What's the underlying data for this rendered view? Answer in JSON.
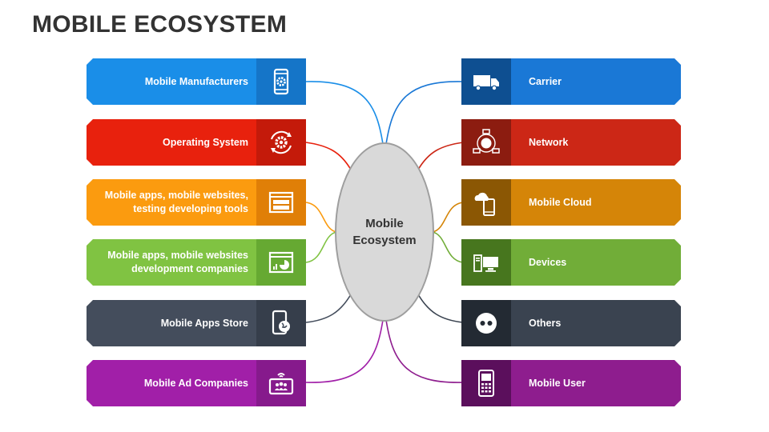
{
  "title": "MOBILE ECOSYSTEM",
  "center": {
    "line1": "Mobile",
    "line2": "Ecosystem"
  },
  "left_items": [
    {
      "label": "Mobile Manufacturers",
      "icon": "smartphone-gear-icon",
      "color": "#1a8ee8",
      "dark": "#1575c8"
    },
    {
      "label": "Operating System",
      "icon": "gear-cycle-icon",
      "color": "#e8210d",
      "dark": "#c41a0a"
    },
    {
      "label": "Mobile apps, mobile websites, testing developing tools",
      "icon": "browser-window-icon",
      "color": "#fb9b0f",
      "dark": "#e07f07"
    },
    {
      "label": "Mobile apps, mobile websites development companies",
      "icon": "analytics-window-icon",
      "color": "#80c342",
      "dark": "#66a932"
    },
    {
      "label": "Mobile Apps Store",
      "icon": "phone-globe-icon",
      "color": "#444d5c",
      "dark": "#363e4b"
    },
    {
      "label": "Mobile Ad Companies",
      "icon": "tablet-audience-icon",
      "color": "#a11fa8",
      "dark": "#861a8c"
    }
  ],
  "right_items": [
    {
      "label": "Carrier",
      "icon": "truck-icon",
      "color": "#1a78d6",
      "dark": "#0e4f91"
    },
    {
      "label": "Network",
      "icon": "network-globe-icon",
      "color": "#cc2716",
      "dark": "#8c1c10"
    },
    {
      "label": "Mobile Cloud",
      "icon": "cloud-phone-icon",
      "color": "#d58508",
      "dark": "#8b5704"
    },
    {
      "label": "Devices",
      "icon": "computer-devices-icon",
      "color": "#71ad38",
      "dark": "#47761e"
    },
    {
      "label": "Others",
      "icon": "dots-icon",
      "color": "#3a4350",
      "dark": "#232a33"
    },
    {
      "label": "Mobile User",
      "icon": "keypad-phone-icon",
      "color": "#8e1d8e",
      "dark": "#5b0f5c"
    }
  ]
}
